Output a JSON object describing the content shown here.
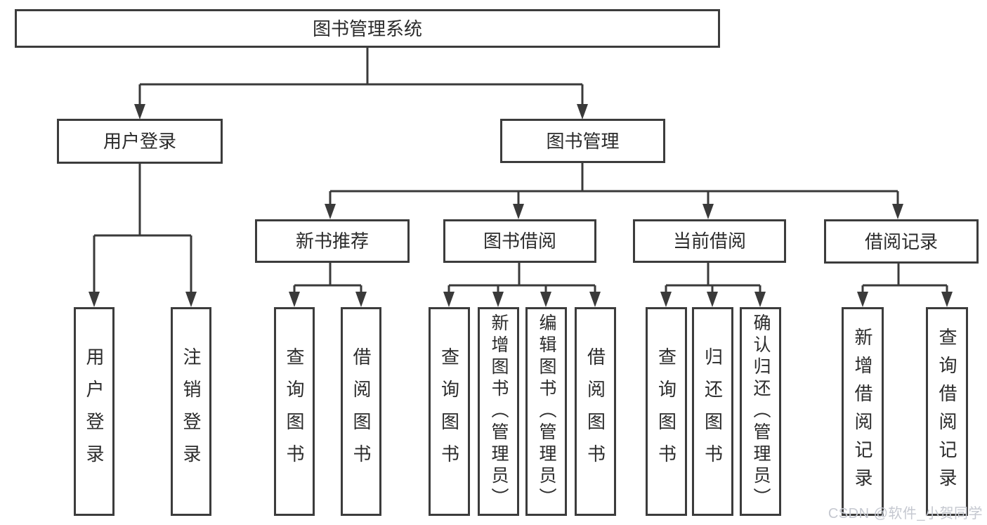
{
  "diagram": {
    "root": {
      "label": "图书管理系统"
    },
    "level1": [
      {
        "label": "用户登录"
      },
      {
        "label": "图书管理"
      }
    ],
    "level2": [
      {
        "label": "新书推荐"
      },
      {
        "label": "图书借阅"
      },
      {
        "label": "当前借阅"
      },
      {
        "label": "借阅记录"
      }
    ],
    "leaves": {
      "user_login": [
        {
          "label": "用户登录"
        },
        {
          "label": "注销登录"
        }
      ],
      "new_book_rec": [
        {
          "label": "查询图书"
        },
        {
          "label": "借阅图书"
        }
      ],
      "book_borrow": [
        {
          "label": "查询图书"
        },
        {
          "label": "新增图书（管理员）"
        },
        {
          "label": "编辑图书（管理员）"
        },
        {
          "label": "借阅图书"
        }
      ],
      "current_borrow": [
        {
          "label": "查询图书"
        },
        {
          "label": "归还图书"
        },
        {
          "label": "确认归还（管理员）"
        }
      ],
      "borrow_records": [
        {
          "label": "新增借阅记录"
        },
        {
          "label": "查询借阅记录"
        }
      ]
    }
  },
  "watermark": {
    "text": "CSDN @软件_小贺同学"
  },
  "colors": {
    "line": "#3a3a3a",
    "box_border": "#3c3c3c",
    "text": "#2b2b2b",
    "watermark": "#c5c8d0",
    "background": "#ffffff"
  }
}
